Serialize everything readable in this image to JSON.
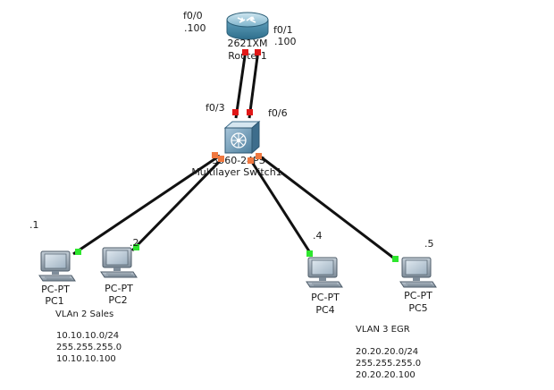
{
  "router": {
    "model": "2621XM",
    "name": "Router1",
    "iface_left": {
      "name": "f0/0",
      "ip": ".100"
    },
    "iface_right": {
      "name": "f0/1",
      "ip": ".100"
    }
  },
  "switch": {
    "model": "3560-24PS",
    "name": "Multilayer Switch1",
    "port_left": "f0/3",
    "port_right": "f0/6"
  },
  "pcs": [
    {
      "id": "pc1",
      "type": "PC-PT",
      "name": "PC1",
      "ip": ".1"
    },
    {
      "id": "pc2",
      "type": "PC-PT",
      "name": "PC2",
      "ip": ".2"
    },
    {
      "id": "pc4",
      "type": "PC-PT",
      "name": "PC4",
      "ip": ".4"
    },
    {
      "id": "pc5",
      "type": "PC-PT",
      "name": "PC5",
      "ip": ".5"
    }
  ],
  "notes": {
    "vlan2": {
      "title": "VLAn 2 Sales",
      "network": "10.10.10.0/24",
      "mask": "255.255.255.0",
      "gateway": "10.10.10.100"
    },
    "vlan3": {
      "title": "VLAN 3 EGR",
      "network": "20.20.20.0/24",
      "mask": "255.255.255.0",
      "gateway": "20.20.20.100"
    }
  },
  "colors": {
    "link_up": "#2ee62e",
    "link_down": "#e01818",
    "link_pending": "#f07840",
    "router_body": "#5b9bb8",
    "switch_body": "#5f8fae",
    "pc_body": "#8a98a6"
  },
  "icons": {
    "router": "router-icon",
    "switch": "multilayer-switch-icon",
    "pc": "pc-icon"
  }
}
